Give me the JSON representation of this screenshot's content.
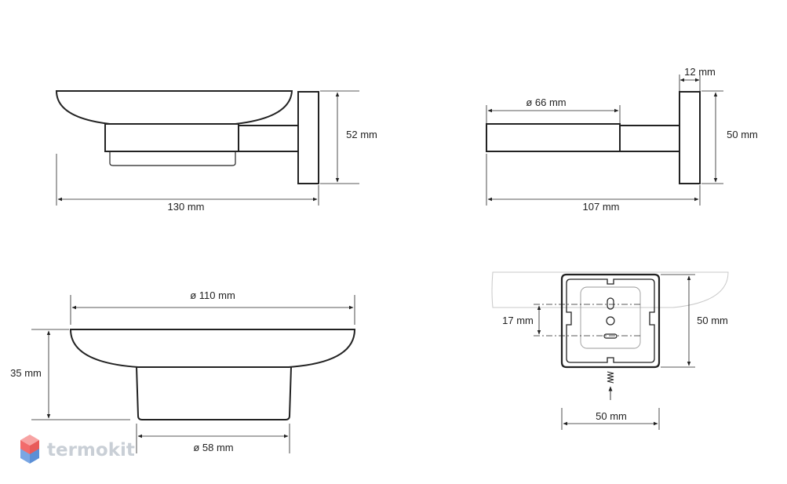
{
  "dimensions": {
    "side_view": {
      "width": "130 mm",
      "height": "52 mm"
    },
    "rod_view": {
      "rod_diameter": "ø 66 mm",
      "plate_thickness": "12 mm",
      "plate_height": "50 mm",
      "length": "107 mm"
    },
    "dish_view": {
      "dish_diameter": "ø 110 mm",
      "height": "35 mm",
      "holder_diameter": "ø 58 mm"
    },
    "back_view": {
      "hole_spacing": "17 mm",
      "height": "50 mm",
      "width": "50 mm"
    }
  },
  "logo": {
    "text": "termokit"
  },
  "colors": {
    "line": "#222222",
    "light_line": "#bfbfbf",
    "logo_red": "#f26b6b",
    "logo_blue": "#5b8fd6",
    "logo_text": "#c9cfd6"
  }
}
